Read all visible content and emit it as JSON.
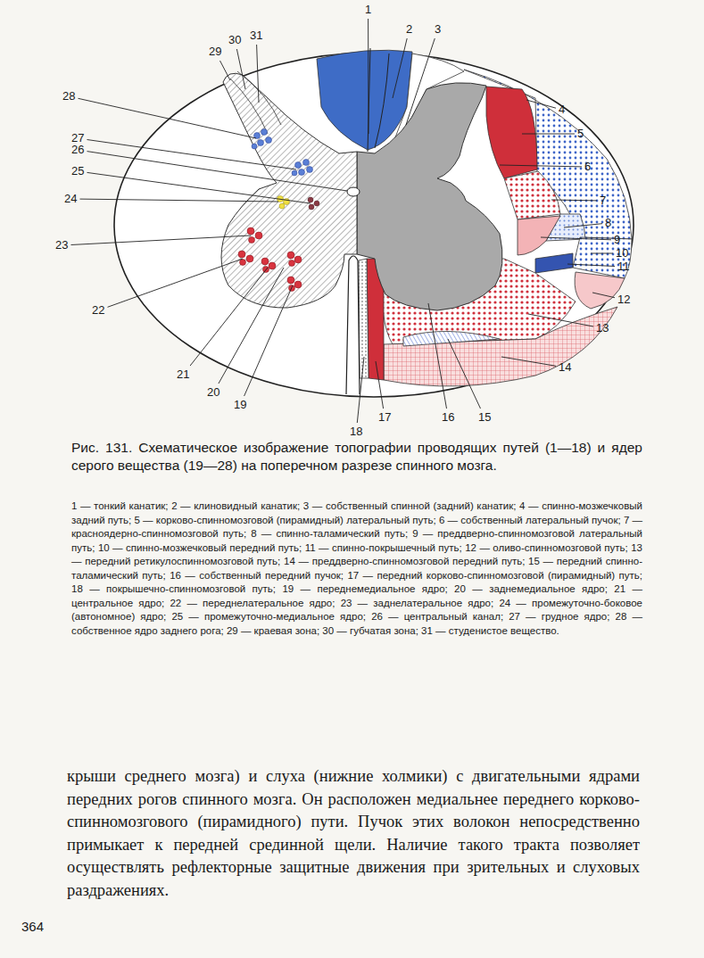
{
  "diagram": {
    "caption": "Рис. 131. Схематическое изображение топографии проводящих путей (1—18) и ядер серого вещества (19—28) на поперечном разрезе спинного мозга.",
    "labels": [
      "1",
      "2",
      "3",
      "4",
      "5",
      "6",
      "7",
      "8",
      "9",
      "10",
      "11",
      "12",
      "13",
      "14",
      "15",
      "16",
      "17",
      "18",
      "19",
      "20",
      "21",
      "22",
      "23",
      "24",
      "25",
      "26",
      "27",
      "28",
      "29",
      "30",
      "31",
      "1 — тонкий канатик;",
      "2 — клиновидный канатик;",
      "3 — собственный спинной (задний) канатик;",
      "4 — спинно-мозжечковый задний путь;",
      "5 — корково-спинномозговой (пирамидный) латеральный путь;",
      "6 — собственный латеральный пучок;",
      "7 — красноядерно-спинномозговой путь;",
      "8 — спинно-таламический путь;",
      "9 — преддверно-спинномозговой латеральный путь;",
      "10 — спинно-мозжечковый передний путь;",
      "11 — спинно-покрышечный путь;",
      "12 — оливо-спинномозговой путь;",
      "13 — передний ретикулоспинномозговой путь;",
      "14 — преддверно-спинномозговой передний путь;",
      "15 — передний спинно-таламический путь;",
      "16 — собственный передний пучок;",
      "17 — передний корково-спинномозговой (пирамидный) путь;",
      "18 — покрышечно-спинномозговой путь;",
      "19 — переднемедиальное ядро;",
      "20 — заднемедиальное ядро;",
      "21 — центральное ядро;",
      "22 — переднелатеральное ядро;",
      "23 — заднелатеральное ядро;",
      "24 — промежуточно-боковое (автономное) ядро;",
      "25 — промежуточно-медиальное ядро;",
      "26 — центральный канал;",
      "27 — грудное ядро;",
      "28 — собственное ядро заднего рога;",
      "29 — краевая зона;",
      "30 — губчатая зона;",
      "31 — студенистое вещество.",
      "крыши среднего мозга) и слуха (нижние холмики) с двигательными ядрами передних рогов спинного мозга. Он расположен медиальнее переднего корково-спинномозгового (пирамидного) пути. Пучок этих волокон непосредственно примыкает к передней срединной щели. Наличие такого тракта позволяет осуществлять рефлекторные защитные движения при зрительных и слуховых раздражениях.",
      "364"
    ]
  }
}
